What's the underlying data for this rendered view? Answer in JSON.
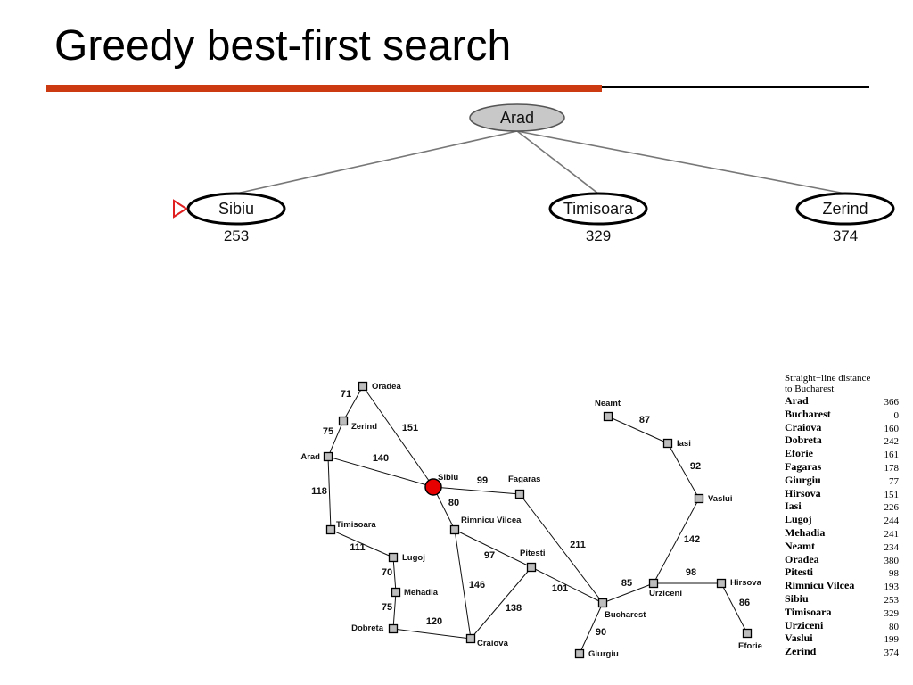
{
  "title": "Greedy best-first search",
  "tree": {
    "root": {
      "label": "Arad"
    },
    "children": [
      {
        "label": "Sibiu",
        "h": "253",
        "selected": true
      },
      {
        "label": "Timisoara",
        "h": "329",
        "selected": false
      },
      {
        "label": "Zerind",
        "h": "374",
        "selected": false
      }
    ]
  },
  "map": {
    "current_city": "Sibiu",
    "cities": [
      "Oradea",
      "Zerind",
      "Arad",
      "Sibiu",
      "Fagaras",
      "Timisoara",
      "Rimnicu Vilcea",
      "Lugoj",
      "Pitesti",
      "Mehadia",
      "Dobreta",
      "Craiova",
      "Bucharest",
      "Giurgiu",
      "Urziceni",
      "Hirsova",
      "Eforie",
      "Vaslui",
      "Iasi",
      "Neamt"
    ],
    "roads": [
      {
        "from": "Oradea",
        "to": "Zerind",
        "distance": "71"
      },
      {
        "from": "Zerind",
        "to": "Arad",
        "distance": "75"
      },
      {
        "from": "Oradea",
        "to": "Sibiu",
        "distance": "151"
      },
      {
        "from": "Arad",
        "to": "Sibiu",
        "distance": "140"
      },
      {
        "from": "Arad",
        "to": "Timisoara",
        "distance": "118"
      },
      {
        "from": "Sibiu",
        "to": "Fagaras",
        "distance": "99"
      },
      {
        "from": "Sibiu",
        "to": "Rimnicu Vilcea",
        "distance": "80"
      },
      {
        "from": "Timisoara",
        "to": "Lugoj",
        "distance": "111"
      },
      {
        "from": "Lugoj",
        "to": "Mehadia",
        "distance": "70"
      },
      {
        "from": "Mehadia",
        "to": "Dobreta",
        "distance": "75"
      },
      {
        "from": "Dobreta",
        "to": "Craiova",
        "distance": "120"
      },
      {
        "from": "Rimnicu Vilcea",
        "to": "Craiova",
        "distance": "146"
      },
      {
        "from": "Rimnicu Vilcea",
        "to": "Pitesti",
        "distance": "97"
      },
      {
        "from": "Craiova",
        "to": "Pitesti",
        "distance": "138"
      },
      {
        "from": "Fagaras",
        "to": "Bucharest",
        "distance": "211"
      },
      {
        "from": "Pitesti",
        "to": "Bucharest",
        "distance": "101"
      },
      {
        "from": "Bucharest",
        "to": "Giurgiu",
        "distance": "90"
      },
      {
        "from": "Bucharest",
        "to": "Urziceni",
        "distance": "85"
      },
      {
        "from": "Urziceni",
        "to": "Hirsova",
        "distance": "98"
      },
      {
        "from": "Hirsova",
        "to": "Eforie",
        "distance": "86"
      },
      {
        "from": "Urziceni",
        "to": "Vaslui",
        "distance": "142"
      },
      {
        "from": "Vaslui",
        "to": "Iasi",
        "distance": "92"
      },
      {
        "from": "Iasi",
        "to": "Neamt",
        "distance": "87"
      }
    ]
  },
  "legend": {
    "title_line1": "Straight−line distance",
    "title_line2": "to Bucharest",
    "rows": [
      {
        "city": "Arad",
        "value": "366"
      },
      {
        "city": "Bucharest",
        "value": "0"
      },
      {
        "city": "Craiova",
        "value": "160"
      },
      {
        "city": "Dobreta",
        "value": "242"
      },
      {
        "city": "Eforie",
        "value": "161"
      },
      {
        "city": "Fagaras",
        "value": "178"
      },
      {
        "city": "Giurgiu",
        "value": "77"
      },
      {
        "city": "Hirsova",
        "value": "151"
      },
      {
        "city": "Iasi",
        "value": "226"
      },
      {
        "city": "Lugoj",
        "value": "244"
      },
      {
        "city": "Mehadia",
        "value": "241"
      },
      {
        "city": "Neamt",
        "value": "234"
      },
      {
        "city": "Oradea",
        "value": "380"
      },
      {
        "city": "Pitesti",
        "value": "98"
      },
      {
        "city": "Rimnicu Vilcea",
        "value": "193"
      },
      {
        "city": "Sibiu",
        "value": "253"
      },
      {
        "city": "Timisoara",
        "value": "329"
      },
      {
        "city": "Urziceni",
        "value": "80"
      },
      {
        "city": "Vaslui",
        "value": "199"
      },
      {
        "city": "Zerind",
        "value": "374"
      }
    ]
  },
  "colors": {
    "title_rule_red": "#cc3a12",
    "root_fill": "#c8c8c8",
    "current_marker": "#e60000",
    "selection_arrow": "#e02020",
    "city_box_fill": "#bdbdbd"
  }
}
